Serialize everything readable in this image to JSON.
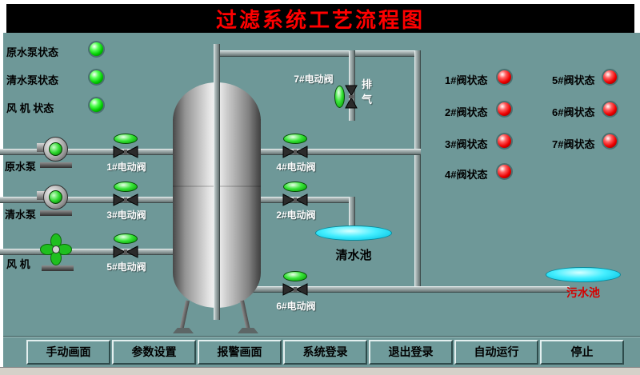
{
  "title": "过滤系统工艺流程图",
  "left_status": [
    {
      "label": "原水泵状态",
      "state": "green"
    },
    {
      "label": "清水泵状态",
      "state": "green"
    },
    {
      "label": "风 机 状态",
      "state": "green"
    }
  ],
  "equipment": {
    "raw_pump": "原水泵",
    "clean_pump": "清水泵",
    "fan": "风 机"
  },
  "valves": {
    "v1": "1#电动阀",
    "v2": "2#电动阀",
    "v3": "3#电动阀",
    "v4": "4#电动阀",
    "v5": "5#电动阀",
    "v6": "6#电动阀",
    "v7": "7#电动阀"
  },
  "vent": "排气",
  "valve_status": [
    {
      "label": "1#阀状态",
      "state": "red"
    },
    {
      "label": "2#阀状态",
      "state": "red"
    },
    {
      "label": "3#阀状态",
      "state": "red"
    },
    {
      "label": "4#阀状态",
      "state": "red"
    },
    {
      "label": "5#阀状态",
      "state": "red"
    },
    {
      "label": "6#阀状态",
      "state": "red"
    },
    {
      "label": "7#阀状态",
      "state": "red"
    }
  ],
  "pools": {
    "clean": "清水池",
    "waste": "污水池"
  },
  "buttons": [
    {
      "label": "手动画面"
    },
    {
      "label": "参数设置"
    },
    {
      "label": "报警画面"
    },
    {
      "label": "系统登录"
    },
    {
      "label": "退出登录"
    },
    {
      "label": "自动运行"
    },
    {
      "label": "停止"
    }
  ],
  "colors": {
    "background": "#6E9898",
    "title_bg": "#000000",
    "title_text": "#FF0000",
    "run_indicator": "#22DD22",
    "alarm_indicator": "#EE1111",
    "water": "#33EEFF"
  }
}
